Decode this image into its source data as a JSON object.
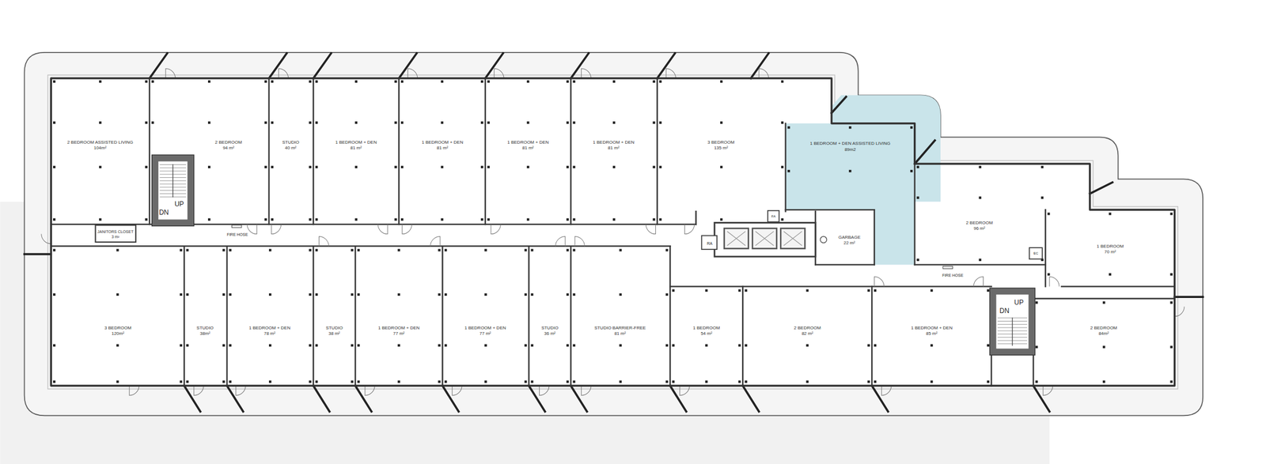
{
  "diagram": {
    "nodes": [
      {
        "text": [
          "2 BEDROOM ASSISTED LIVING",
          "104m²"
        ]
      },
      {
        "text": [
          "2 BEDROOM",
          "94 m²"
        ]
      },
      {
        "text": [
          "STUDIO",
          "40 m²"
        ]
      },
      {
        "text": [
          "1 BEDROOM + DEN",
          "81 m²"
        ]
      },
      {
        "text": [
          "1 BEDROOM + DEN",
          "81 m²"
        ]
      },
      {
        "text": [
          "1 BEDROOM + DEN",
          "81 m²"
        ]
      },
      {
        "text": [
          "1 BEDROOM + DEN",
          "81 m²"
        ]
      },
      {
        "text": [
          "3 BEDROOM",
          "135 m²"
        ]
      },
      {
        "text": [
          "1 BEDROOM + DEN ASSISTED LIVING",
          "89m2"
        ]
      },
      {
        "text": [
          "2 BEDROOM",
          "96 m²"
        ]
      },
      {
        "text": [
          "1 BEDROOM",
          "70 m²"
        ]
      },
      {
        "text": [
          "JANITORS CLOSET",
          "3 m²"
        ]
      },
      {
        "text": [
          "GARBAGE",
          "22 m²"
        ]
      },
      {
        "text": [
          "3 BEDROOM",
          "120m²"
        ]
      },
      {
        "text": [
          "STUDIO",
          "38m²"
        ]
      },
      {
        "text": [
          "1 BEDROOM + DEN",
          "78 m²"
        ]
      },
      {
        "text": [
          "STUDIO",
          "38 m²"
        ]
      },
      {
        "text": [
          "1 BEDROOM + DEN",
          "77 m²"
        ]
      },
      {
        "text": [
          "1 BEDROOM + DEN",
          "77 m²"
        ]
      },
      {
        "text": [
          "STUDIO",
          "36 m²"
        ]
      },
      {
        "text": [
          "STUDIO BARRIER-FREE",
          "81 m²"
        ]
      },
      {
        "text": [
          "1 BEDROOM",
          "54 m²"
        ]
      },
      {
        "text": [
          "2 BEDROOM",
          "82 m²"
        ]
      },
      {
        "text": [
          "1 BEDROOM + DEN",
          "85 m²"
        ]
      },
      {
        "text": [
          "2 BEDROOM",
          "84m²"
        ]
      }
    ],
    "labels": [
      "DN",
      "UP",
      "FIRE HOSE",
      "RA",
      "FA",
      "FIRE HOSE",
      "EC",
      "DN",
      "UP"
    ]
  }
}
